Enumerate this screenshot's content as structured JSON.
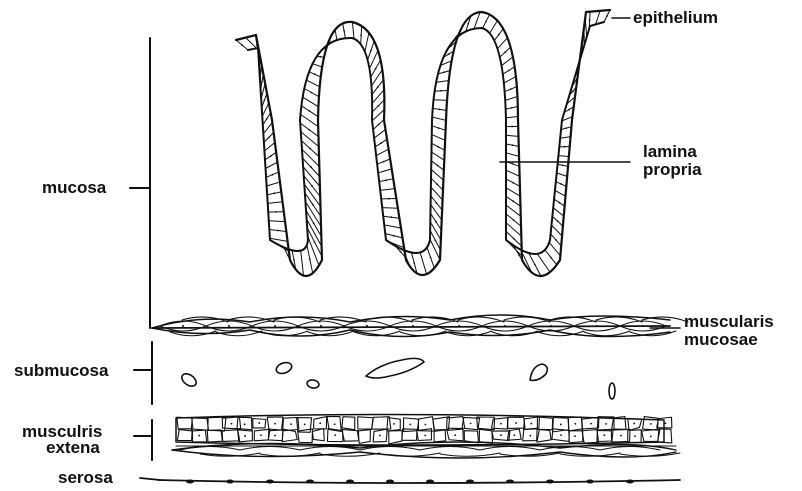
{
  "labels": {
    "epithelium": "epithelium",
    "lamina_propria_1": "lamina",
    "lamina_propria_2": "propria",
    "mucosa": "mucosa",
    "muscularis_mucosae_1": "muscularis",
    "muscularis_mucosae_2": "mucosae",
    "submucosa": "submucosa",
    "muscularis_externa_1": "musculris",
    "muscularis_externa_2": "extena",
    "serosa": "serosa"
  },
  "colors": {
    "ink": "#111111",
    "background": "#ffffff"
  }
}
